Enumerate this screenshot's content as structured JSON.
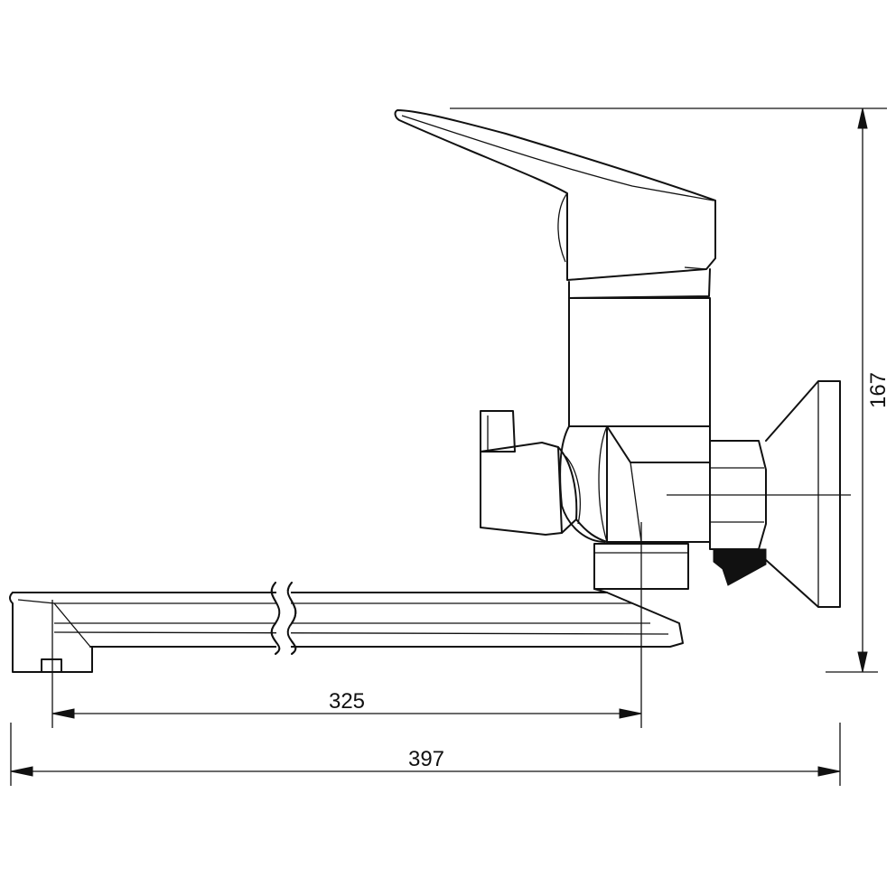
{
  "dimensions": {
    "spout_reach": "325",
    "overall_length": "397",
    "height": "167"
  },
  "colors": {
    "line": "#111111",
    "background": "#ffffff"
  }
}
